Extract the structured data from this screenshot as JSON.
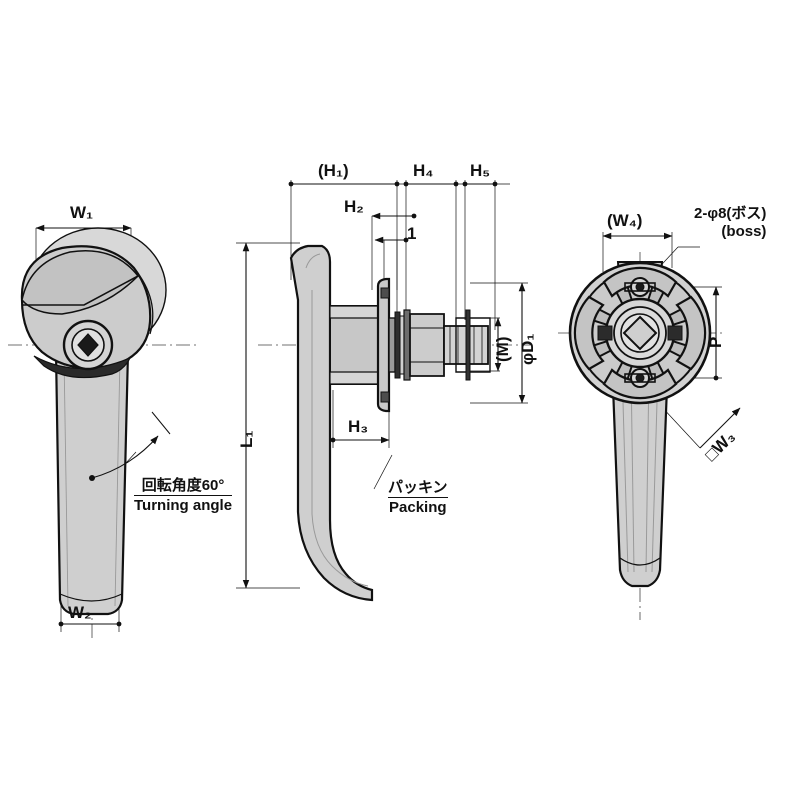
{
  "drawing": {
    "title": "L-handle lock technical drawing",
    "background_color": "#ffffff",
    "line_color": "#111111",
    "fill_color": "#cfcfcf",
    "fill_color_dark": "#b3b3b3",
    "fill_color_light": "#e2e2e2"
  },
  "views": {
    "left": {
      "name": "front-view-handle"
    },
    "center": {
      "name": "side-section-view"
    },
    "right": {
      "name": "rear-view-flange"
    }
  },
  "dimensions": {
    "w1": "W₁",
    "w2": "W₂",
    "w3": "□W₃",
    "w4": "(W₄)",
    "h1": "(H₁)",
    "h2": "H₂",
    "h3": "H₃",
    "h4": "H₄",
    "h5": "H₅",
    "one": "1",
    "l1": "L₁",
    "m": "(M)",
    "d1": "φD₁",
    "p": "P"
  },
  "annotations": {
    "turning_angle_jp": "回転角度60°",
    "turning_angle_en": "Turning angle",
    "packing_jp": "パッキン",
    "packing_en": "Packing",
    "boss_jp": "2-φ8(ボス)",
    "boss_en": "(boss)"
  }
}
